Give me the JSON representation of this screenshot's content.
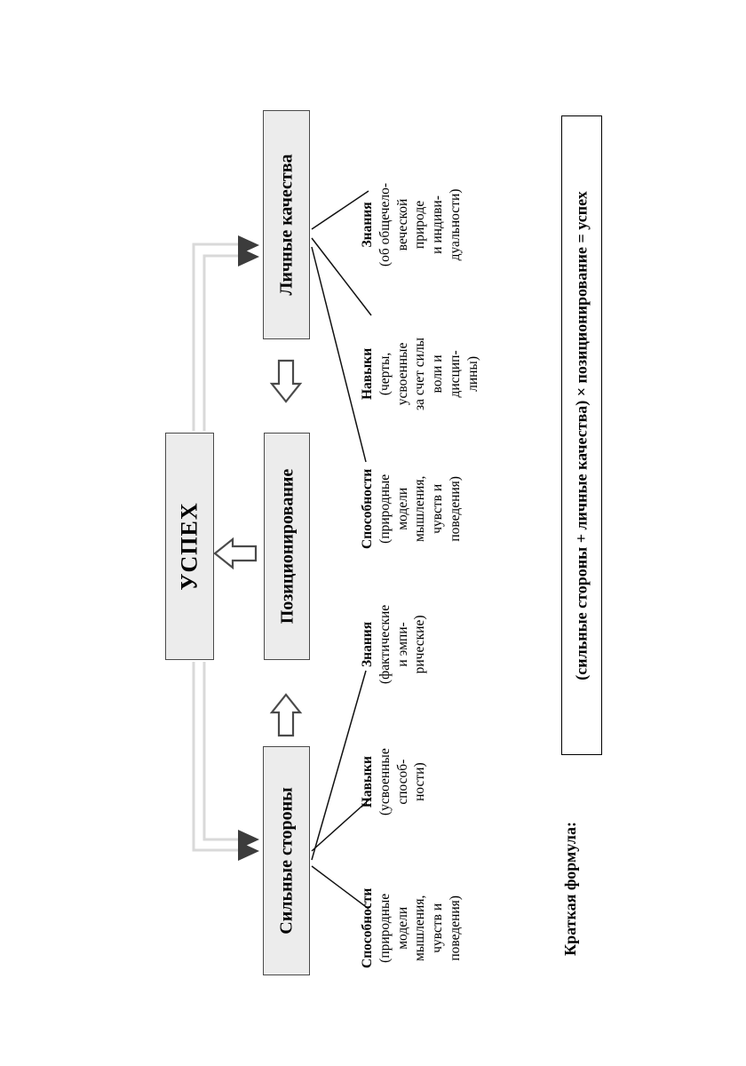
{
  "diagram": {
    "title_box_success": "УСПЕХ",
    "orientation": "rotated-90-ccw",
    "boxes": [
      {
        "id": "success",
        "label": "УСПЕХ"
      },
      {
        "id": "positioning",
        "label": "Позиционирование"
      },
      {
        "id": "personal",
        "label": "Личные качества"
      },
      {
        "id": "strengths",
        "label": "Сильные стороны"
      }
    ],
    "strengths_children": [
      {
        "head": "Способности",
        "lines": [
          "(природные",
          "модели",
          "мышления,",
          "чувств и",
          "поведения)"
        ]
      },
      {
        "head": "Навыки",
        "lines": [
          "(усвоенные",
          "способ-",
          "ности)"
        ]
      },
      {
        "head": "Знания",
        "lines": [
          "(фактические",
          "и эмпи-",
          "рические)"
        ]
      }
    ],
    "personal_children": [
      {
        "head": "Способности",
        "lines": [
          "(природные",
          "модели",
          "мышления,",
          "чувств и",
          "поведения)"
        ]
      },
      {
        "head": "Навыки",
        "lines": [
          "(черты,",
          "усвоенные",
          "за счет силы",
          "воли и",
          "дисцип-",
          "лины)"
        ]
      },
      {
        "head": "Знания",
        "lines": [
          "(об общечело-",
          "веческой",
          "природе",
          "и индиви-",
          "дуальности)"
        ]
      }
    ],
    "formula": {
      "label": "Краткая формула:",
      "expression": "(сильные стороны + личные качества) × позиционирование = успех"
    },
    "colors": {
      "box_fill": "#ececec",
      "box_border": "#4a4a4a",
      "block_arrow_stroke": "#4a4a4a",
      "elbow_arrow_stroke": "#d4d4d4",
      "elbow_arrow_head": "#3c3c3c",
      "connector_line": "#000000",
      "page_background": "#ffffff"
    }
  }
}
